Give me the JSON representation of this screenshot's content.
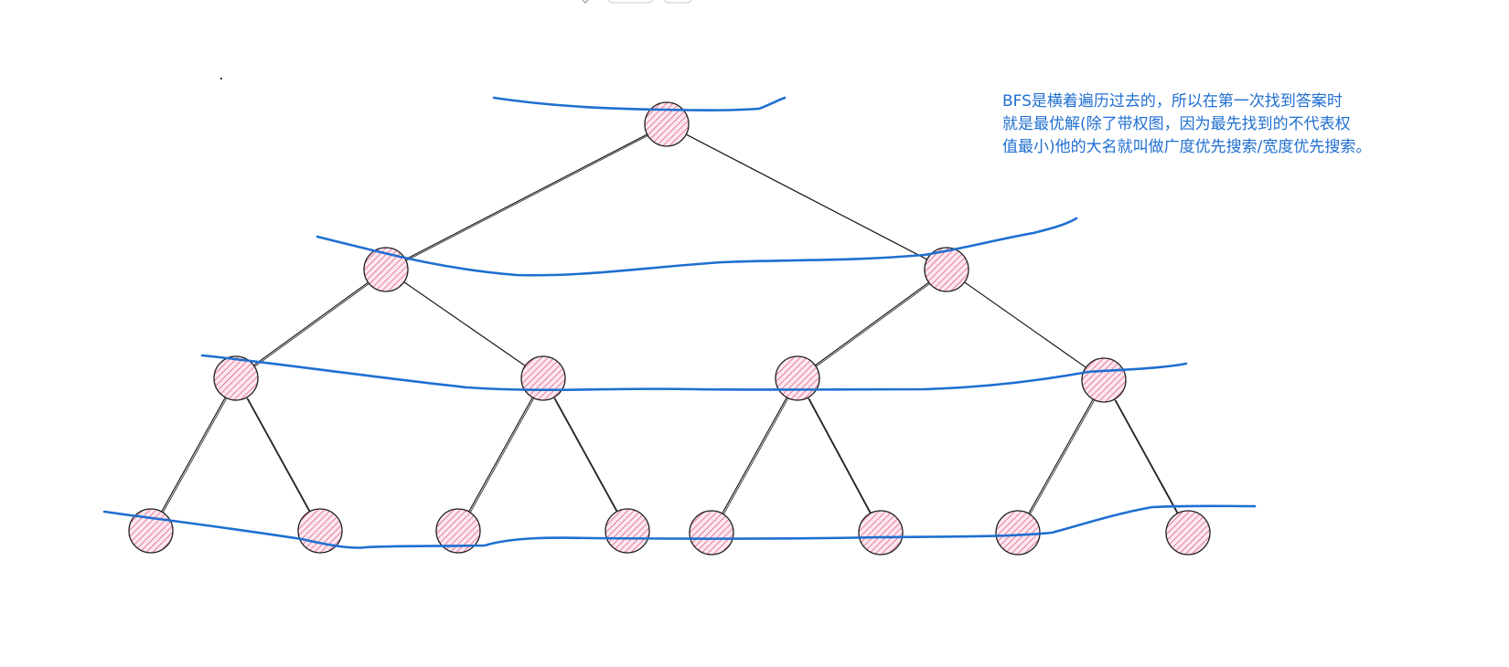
{
  "annotation": {
    "lines": [
      "BFS是横着遍历过去的，所以在第一次找到答案时",
      "就是最优解(除了带权图，因为最先找到的不代表权",
      "值最小)他的大名就叫做广度优先搜索/宽度优先搜索。"
    ]
  },
  "colors": {
    "pen_blue": "#1f6fd1",
    "node_hatch": "#e0608a",
    "node_fill": "#fde8ef",
    "stroke": "#1e1e1e"
  },
  "tree": {
    "levels": 4,
    "node_count": 15
  }
}
